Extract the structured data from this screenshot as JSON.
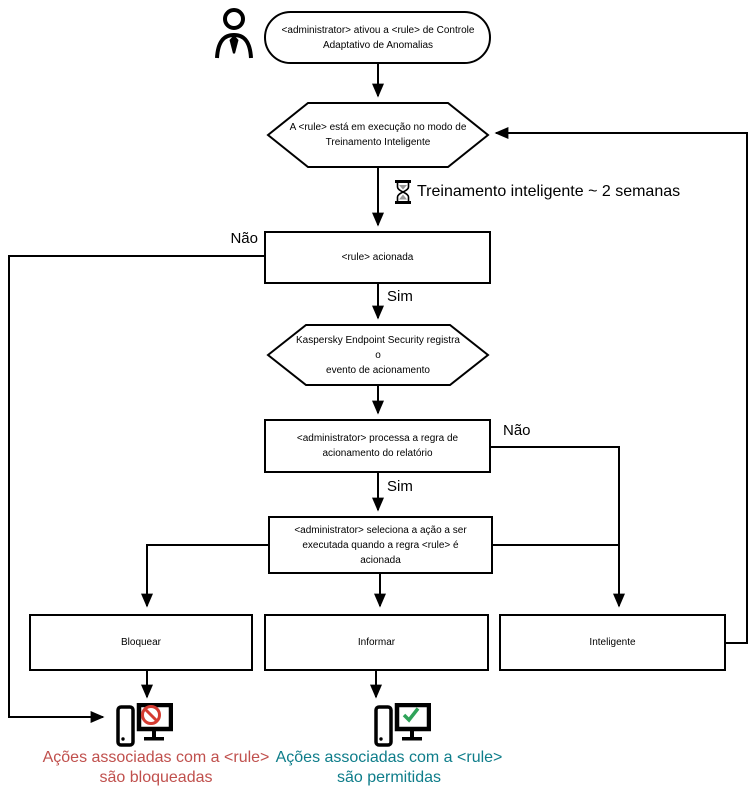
{
  "diagram": {
    "title_hint": "Adaptive Anomaly Control rule flowchart",
    "nodes": {
      "start": {
        "shape": "stadium",
        "text": "<administrator> ativou a <rule> de Controle\nAdaptativo de Anomalias"
      },
      "training_mode": {
        "shape": "hexagon",
        "text": "A <rule> está em execução no modo de\nTreinamento Inteligente"
      },
      "rule_triggered": {
        "shape": "rect",
        "text": "<rule> acionada"
      },
      "kes_registers": {
        "shape": "hexagon",
        "text": "Kaspersky Endpoint Security registra o\nevento de acionamento"
      },
      "admin_processes": {
        "shape": "rect",
        "text": "<administrator> processa a regra de\nacionamento do relatório"
      },
      "admin_selects": {
        "shape": "rect",
        "text": "<administrator> seleciona a ação a ser\nexecutada quando a regra <rule> é\nacionada"
      },
      "action_block": {
        "shape": "rect",
        "text": "Bloquear"
      },
      "action_inform": {
        "shape": "rect",
        "text": "Informar"
      },
      "action_smart": {
        "shape": "rect",
        "text": "Inteligente"
      }
    },
    "annotations": {
      "training_duration": {
        "icon": "hourglass-icon",
        "text": "Treinamento inteligente ~ 2 semanas"
      }
    },
    "edge_labels": {
      "rule_not_triggered": "Não",
      "rule_triggered_yes": "Sim",
      "report_not_processed": "Não",
      "report_processed_yes": "Sim"
    },
    "outcomes": {
      "blocked": {
        "icon": "computer-blocked-icon",
        "text": "Ações associadas com a <rule>\nsão bloqueadas",
        "color": "#c0504d"
      },
      "allowed": {
        "icon": "computer-allowed-icon",
        "text": "Ações associadas com a <rule>\nsão permitidas",
        "color": "#0e7d8a"
      }
    },
    "icons": {
      "actor": "person-icon"
    },
    "colors": {
      "stroke": "#000000",
      "shape_fill": "#ffffff",
      "prohibition_red": "#d43b31",
      "check_green": "#2fa359",
      "blocked_text": "#c0504d",
      "allowed_text": "#0e7d8a",
      "background": "#ffffff"
    }
  }
}
